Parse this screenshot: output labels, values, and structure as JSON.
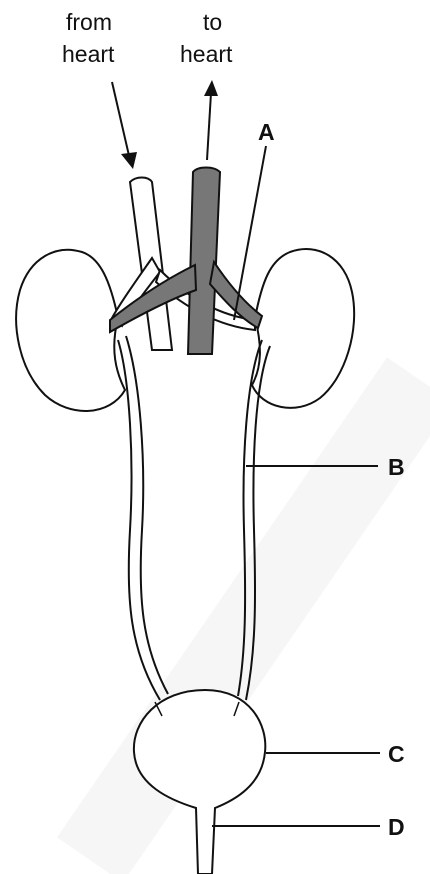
{
  "labels": {
    "from_heart_line1": "from",
    "from_heart_line2": "heart",
    "to_heart_line1": "to",
    "to_heart_line2": "heart",
    "A": "A",
    "B": "B",
    "C": "C",
    "D": "D"
  },
  "colors": {
    "ink": "#111111",
    "vein": "#777777",
    "vessel_fill": "#ffffff",
    "watermark": "#f0f0f0"
  }
}
